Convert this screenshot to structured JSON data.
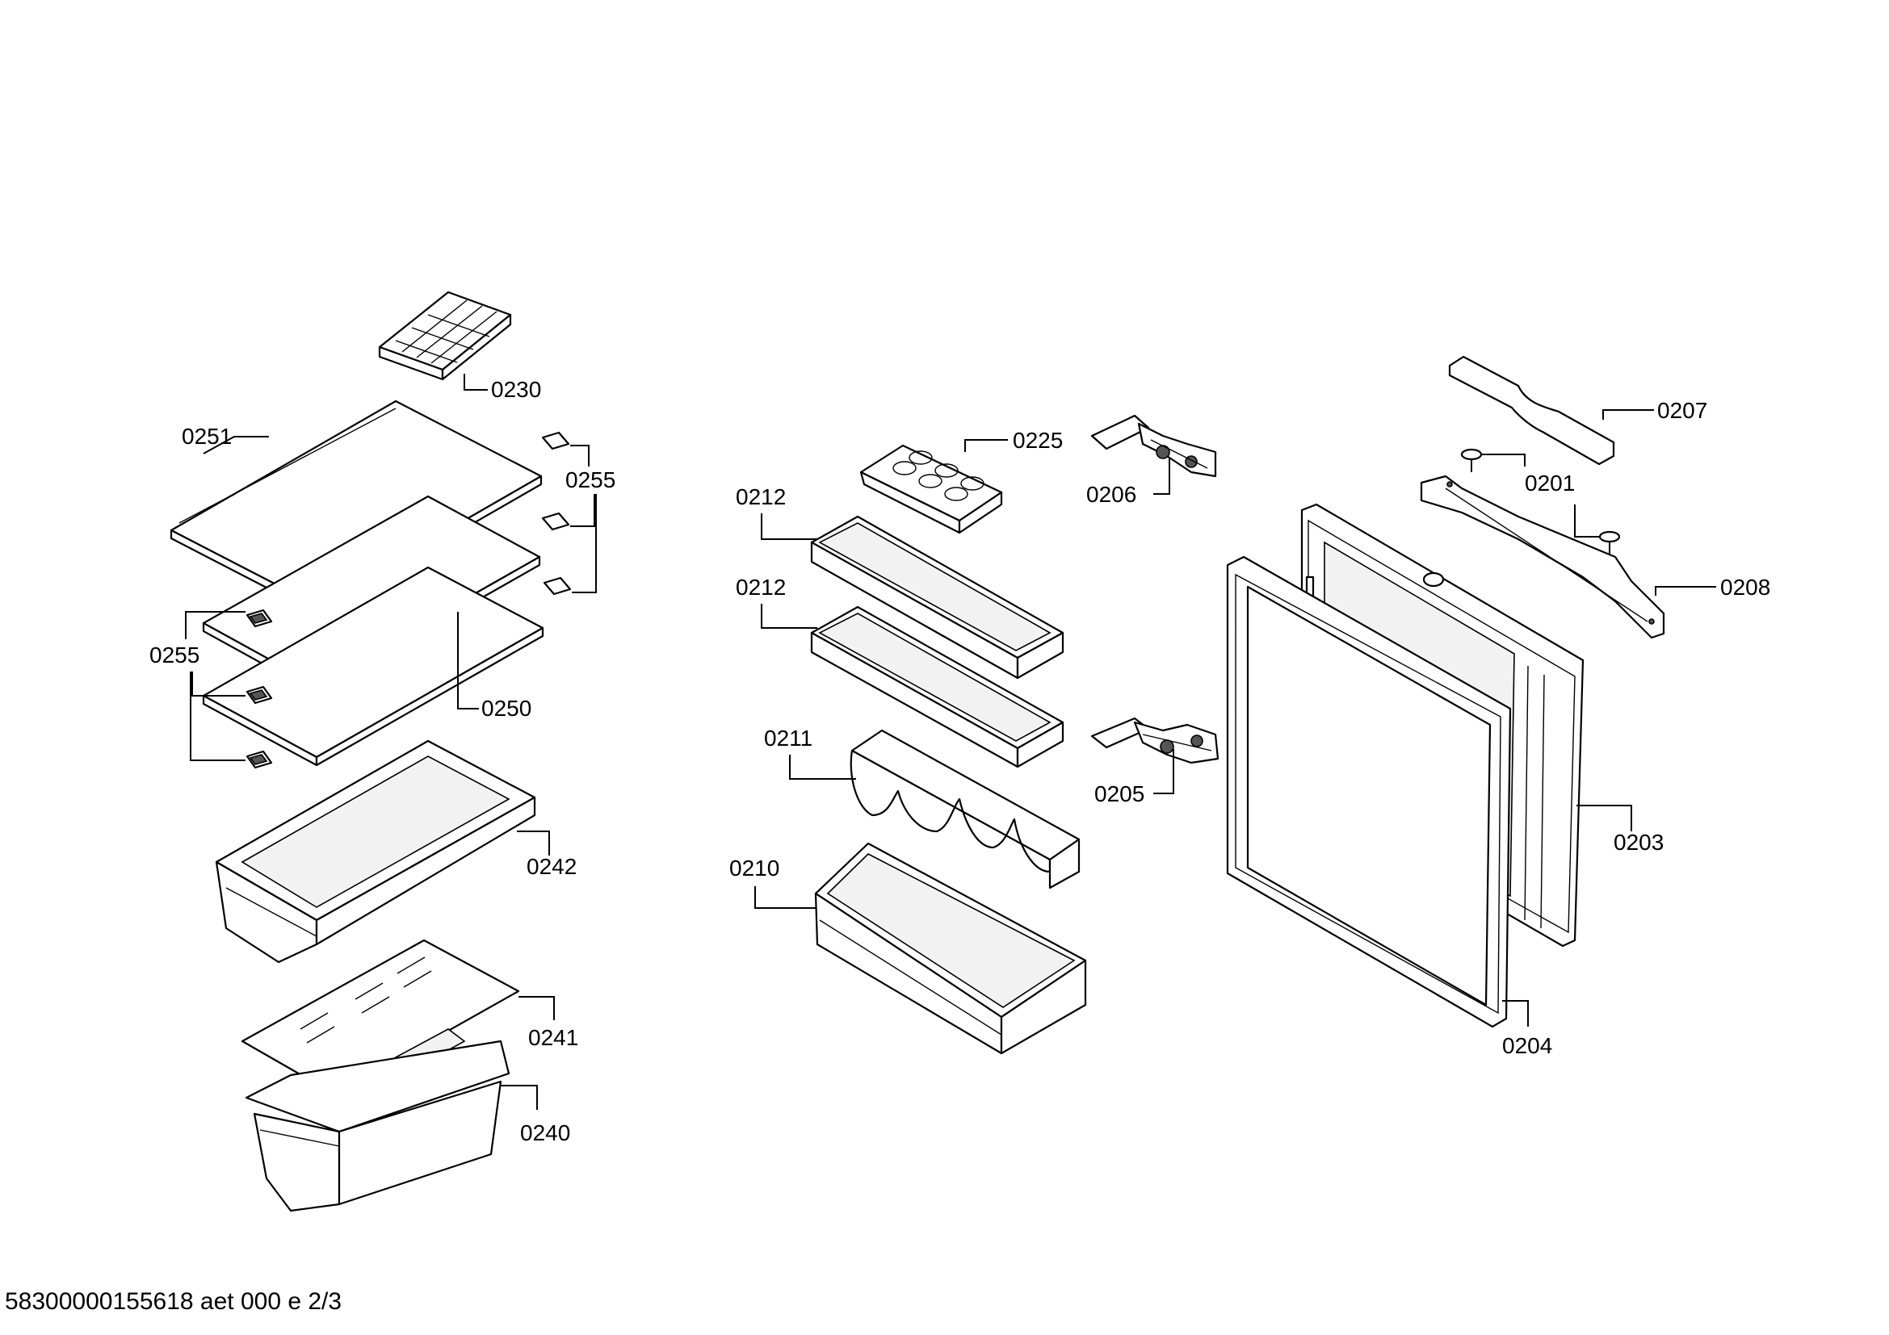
{
  "labels": {
    "l0230": "0230",
    "l0251": "0251",
    "l0255a": "0255",
    "l0255b": "0255",
    "l0250": "0250",
    "l0242": "0242",
    "l0241": "0241",
    "l0240": "0240",
    "l0225": "0225",
    "l0212a": "0212",
    "l0212b": "0212",
    "l0211": "0211",
    "l0210": "0210",
    "l0206": "0206",
    "l0205": "0205",
    "l0207": "0207",
    "l0201": "0201",
    "l0208": "0208",
    "l0203": "0203",
    "l0204": "0204"
  },
  "footer": "58300000155618 aet 000 e 2/3"
}
